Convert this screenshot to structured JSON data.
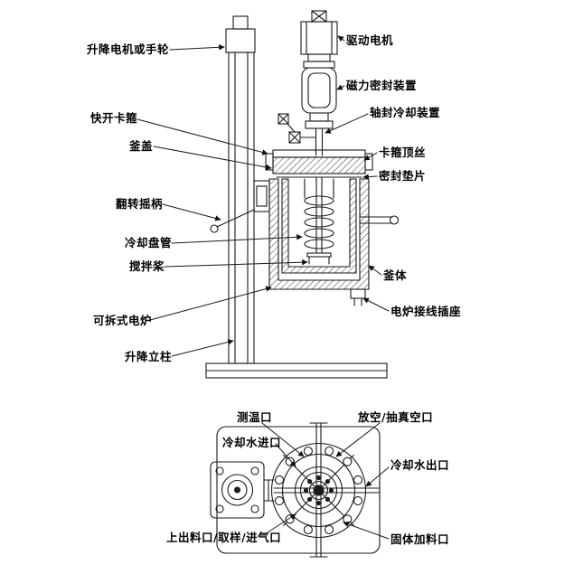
{
  "figure": {
    "background": "#ffffff",
    "line_color": "#1a1a1a"
  },
  "labels_side_view": {
    "lift_motor": "升降电机或手轮",
    "drive_motor": "驱动电机",
    "magnetic_seal": "磁力密封装置",
    "shaft_seal_cooling": "轴封冷却装置",
    "quick_clamp": "快开卡箍",
    "clamp_screw": "卡箍顶丝",
    "kettle_lid": "釜盖",
    "seal_gasket": "密封垫片",
    "flip_handle": "翻转摇柄",
    "cooling_coil": "冷却盘管",
    "stir_paddle": "搅拌桨",
    "kettle_body": "釜体",
    "detachable_furnace": "可拆式电炉",
    "furnace_socket": "电炉接线插座",
    "lift_column": "升降立柱"
  },
  "labels_top_view": {
    "temp_port": "测温口",
    "vent_port": "放空/抽真空口",
    "cooling_in": "冷却水进口",
    "cooling_out": "冷却水出口",
    "discharge_port": "上出料口/取样/进气口",
    "solid_feed_port": "固体加料口"
  }
}
